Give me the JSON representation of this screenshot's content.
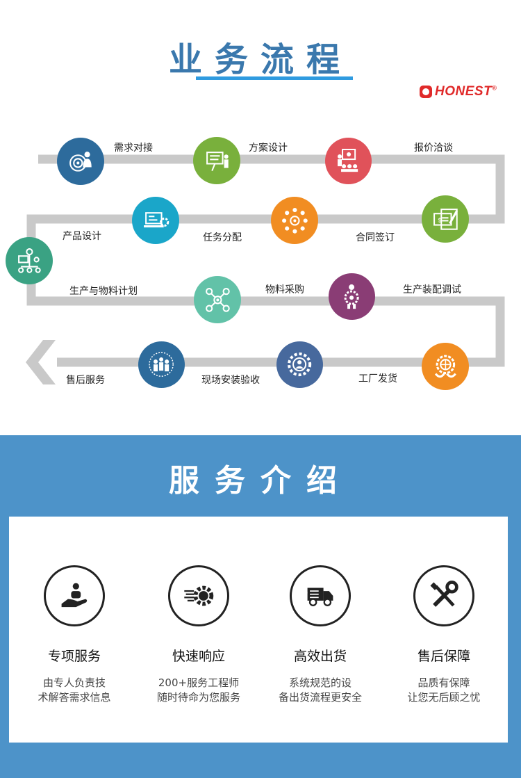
{
  "header": {
    "title": "业务流程"
  },
  "brand": {
    "name": "HONEST",
    "mark": "®"
  },
  "process": {
    "steps": [
      {
        "label": "需求对接",
        "icon": "target-person-icon",
        "color": "#2d6b9c"
      },
      {
        "label": "方案设计",
        "icon": "presentation-board-icon",
        "color": "#79b03c"
      },
      {
        "label": "报价洽谈",
        "icon": "meeting-screen-icon",
        "color": "#e0525a"
      },
      {
        "label": "产品设计",
        "icon": "laptop-gear-icon",
        "color": "#1aa6c9"
      },
      {
        "label": "任务分配",
        "icon": "team-network-icon",
        "color": "#f18d22"
      },
      {
        "label": "合同签订",
        "icon": "contract-pen-icon",
        "color": "#79b03c"
      },
      {
        "label": "生产与物料计划",
        "icon": "org-chart-icon",
        "color": "#3aa283"
      },
      {
        "label": "物料采购",
        "icon": "money-network-icon",
        "color": "#62c2a8"
      },
      {
        "label": "生产装配调试",
        "icon": "worker-gear-icon",
        "color": "#8a3d75"
      },
      {
        "label": "售后服务",
        "icon": "group-people-icon",
        "color": "#2d6b9c"
      },
      {
        "label": "现场安装验收",
        "icon": "person-gear-icon",
        "color": "#47699d"
      },
      {
        "label": "工厂发货",
        "icon": "globe-hands-icon",
        "color": "#f18d22"
      }
    ]
  },
  "services_section": {
    "title": "服务介绍",
    "items": [
      {
        "icon": "hand-person-icon",
        "title": "专项服务",
        "desc1": "由专人负责技",
        "desc2": "术解答需求信息"
      },
      {
        "icon": "fast-gear-icon",
        "title": "快速响应",
        "desc1": "200+服务工程师",
        "desc2": "随时待命为您服务"
      },
      {
        "icon": "delivery-truck-icon",
        "title": "高效出货",
        "desc1": "系统规范的设",
        "desc2": "备出货流程更安全"
      },
      {
        "icon": "wrench-screwdriver-icon",
        "title": "售后保障",
        "desc1": "品质有保障",
        "desc2": "让您无后顾之忧"
      }
    ]
  }
}
